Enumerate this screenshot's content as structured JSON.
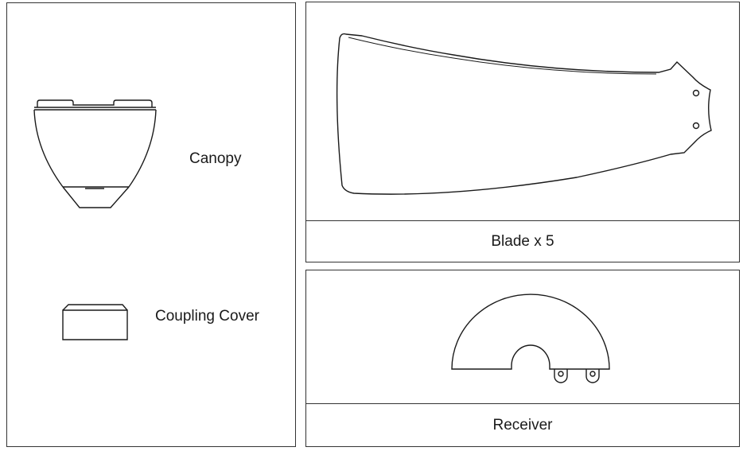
{
  "parts": {
    "canopy": {
      "label": "Canopy",
      "icon": "canopy-icon"
    },
    "coupling_cover": {
      "label": "Coupling Cover",
      "icon": "coupling-cover-icon"
    },
    "blade": {
      "label": "Blade x 5",
      "icon": "blade-icon"
    },
    "receiver": {
      "label": "Receiver",
      "icon": "receiver-icon"
    }
  },
  "colors": {
    "line": "#1a1a1a",
    "border": "#333333",
    "background": "#ffffff"
  }
}
